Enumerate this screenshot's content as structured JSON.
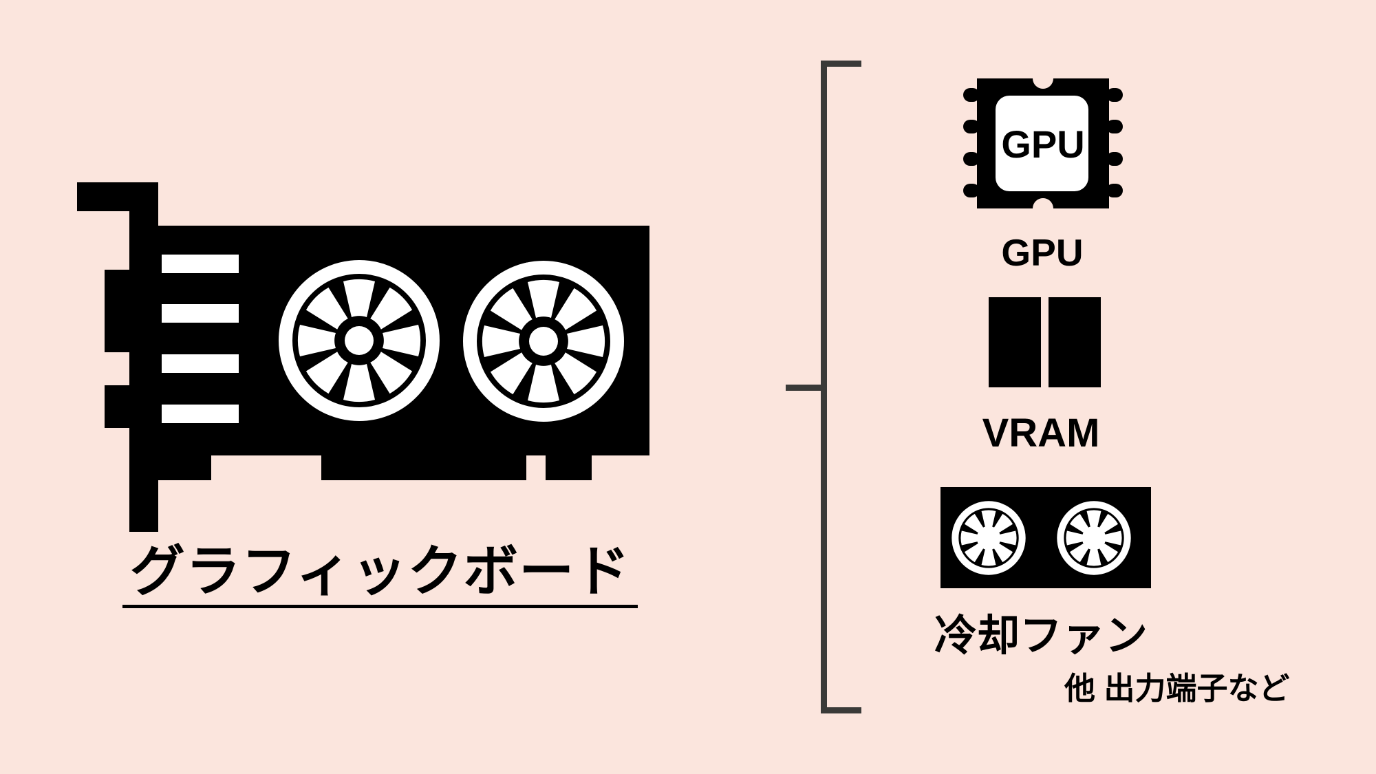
{
  "colors": {
    "background": "#fbe5dd",
    "ink": "#000000",
    "white": "#ffffff",
    "bracket": "#3a3a38"
  },
  "title": {
    "text": "グラフィックボード",
    "underlined": true
  },
  "icons": {
    "main": "graphics-card-icon",
    "gpu": "gpu-chip-icon",
    "vram": "vram-modules-icon",
    "fan": "cooling-fan-icon",
    "bracket": "components-bracket"
  },
  "components": {
    "gpu": {
      "chip_text": "GPU",
      "label": "GPU"
    },
    "vram": {
      "label": "VRAM"
    },
    "fan": {
      "label": "冷却ファン"
    },
    "other": {
      "label": "他 出力端子など"
    }
  }
}
